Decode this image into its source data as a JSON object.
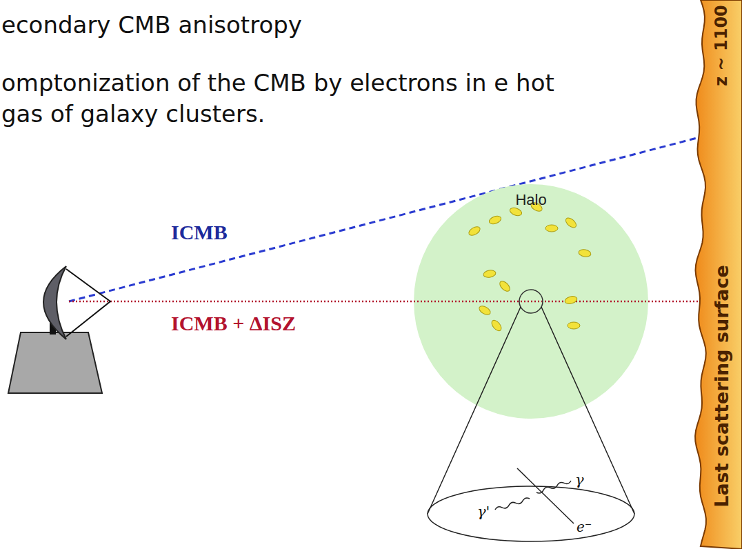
{
  "diagram": {
    "title": "econdary CMB anisotropy",
    "caption": "omptonization of the CMB by electrons in e hot gas of galaxy clusters.",
    "nodes": [
      {
        "text": [
          "Halo"
        ]
      },
      {
        "text": [
          "z ~ 1100",
          "Last scattering surface"
        ]
      }
    ],
    "labels": [
      "ICMB",
      "ICMB + ΔISZ",
      "γ",
      "γ'",
      "e⁻"
    ]
  }
}
